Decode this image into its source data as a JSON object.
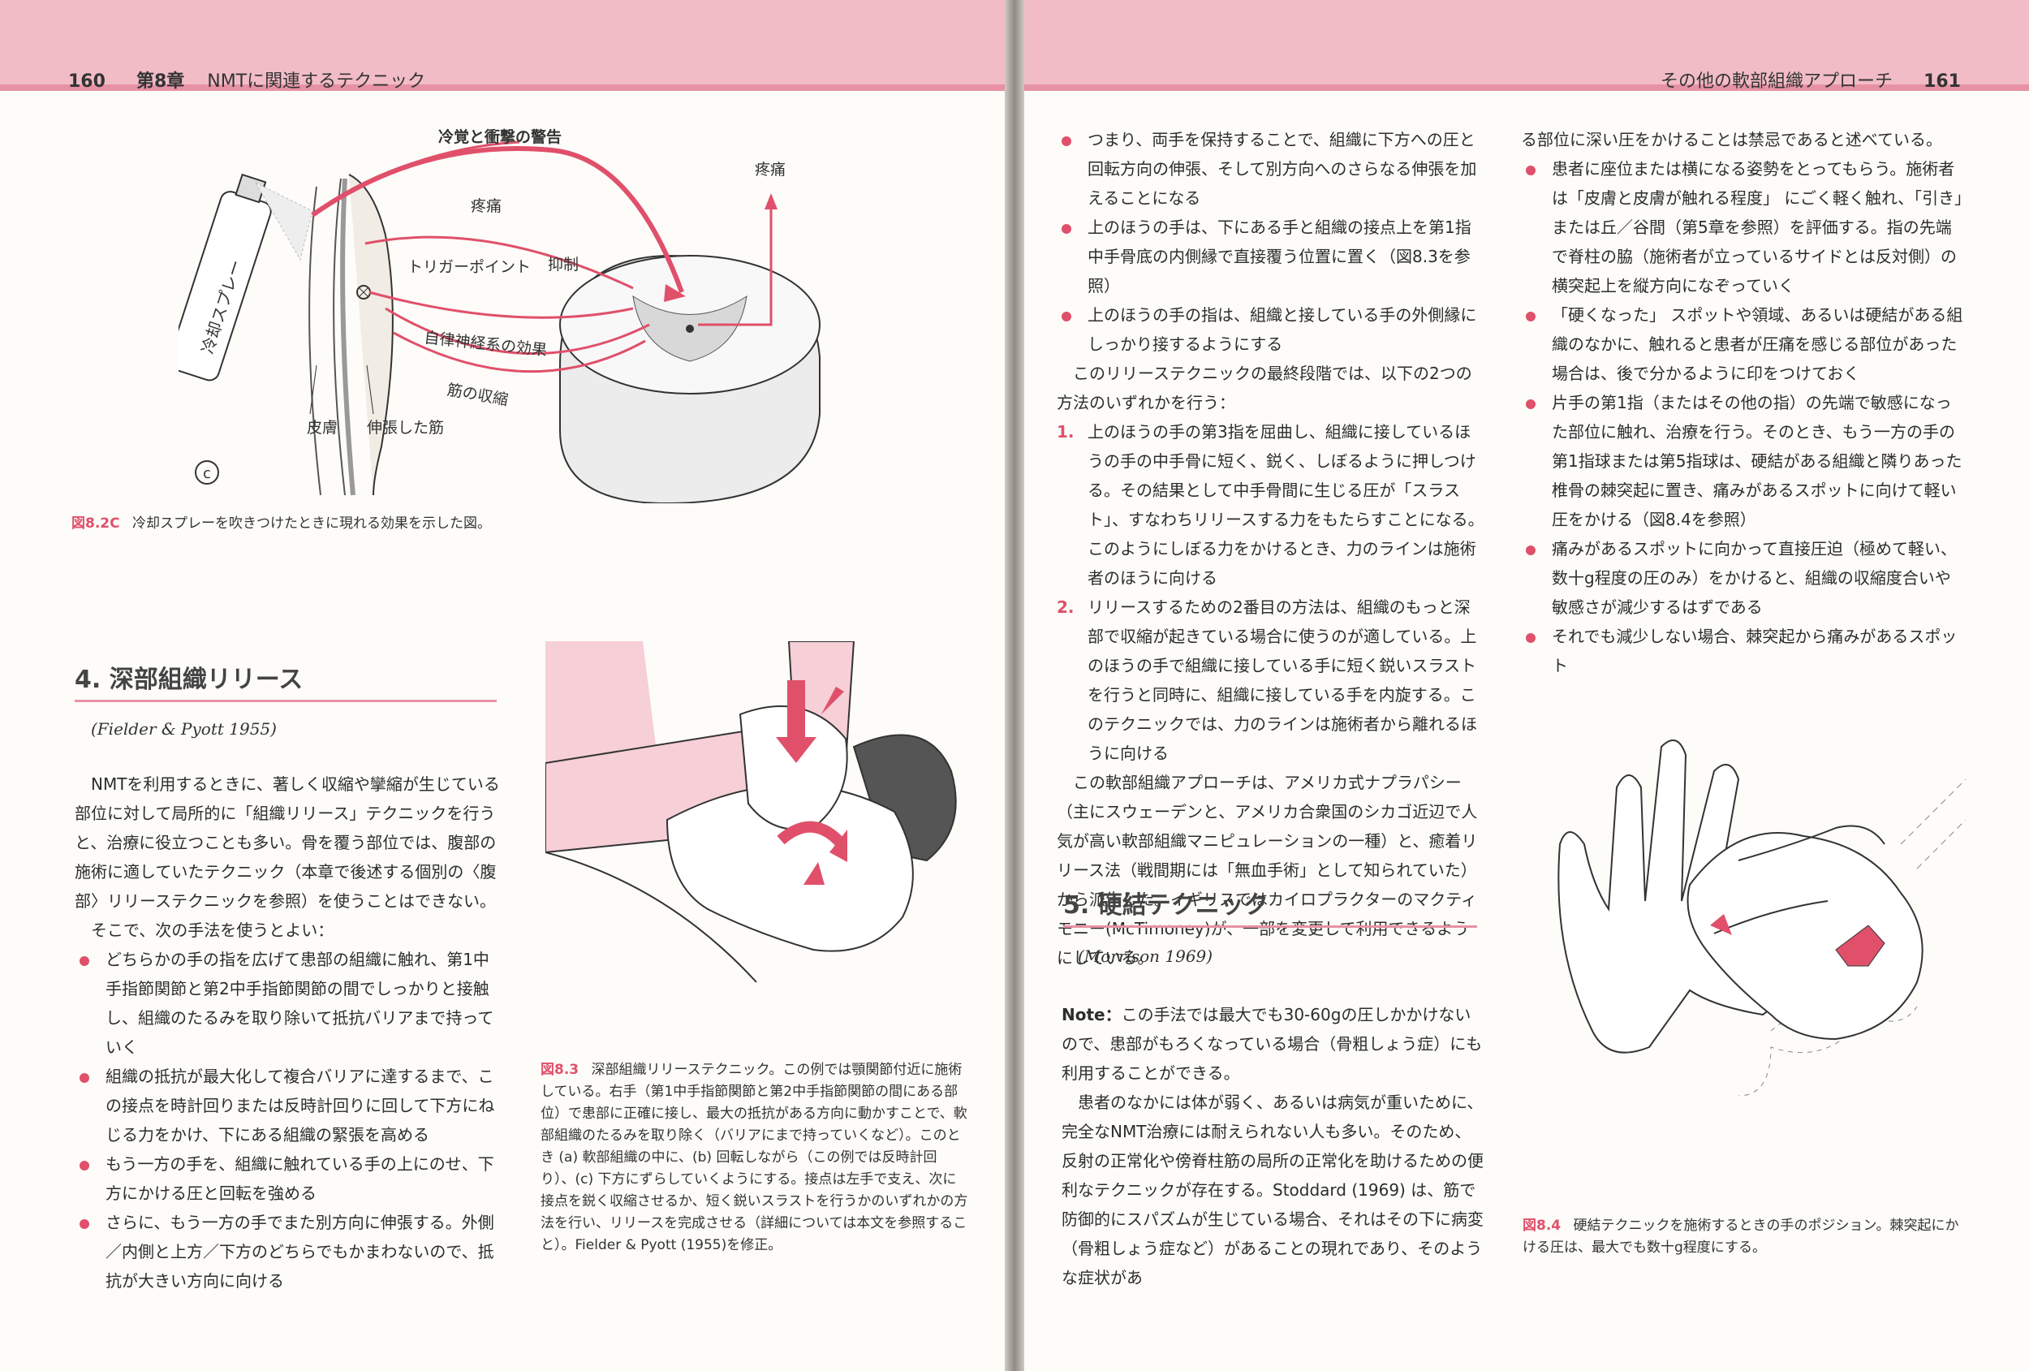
{
  "left": {
    "page_number": "160",
    "chapter": "第8章",
    "chapter_title": "NMTに関連するテクニック",
    "fig82c": {
      "warning": "冷覚と衝撃の警告",
      "pain_right": "疼痛",
      "pain": "疼痛",
      "spray": "冷却スプレー",
      "trigger": "トリガーポイント",
      "inhibit": "抑制",
      "autonomic": "自律神経系の効果",
      "contraction": "筋の収縮",
      "skin": "皮膚",
      "muscle": "伸張した筋",
      "panel": "c"
    },
    "cap82c_label": "図8.2C",
    "cap82c_text": "冷却スプレーを吹きつけたときに現れる効果を示した図。",
    "section_title": "4. 深部組織リリース",
    "citation": "(Fielder & Pyott 1955)",
    "para1": "NMTを利用するときに、著しく収縮や攣縮が生じている部位に対して局所的に「組織リリース」テクニックを行うと、治療に役立つことも多い。骨を覆う部位では、腹部の施術に適していたテクニック（本章で後述する個別の〈腹部〉リリーステクニックを参照）を使うことはできない。",
    "para2": "そこで、次の手法を使うとよい：",
    "bullets": [
      "どちらかの手の指を広げて患部の組織に触れ、第1中手指節関節と第2中手指節関節の間でしっかりと接触し、組織のたるみを取り除いて抵抗バリアまで持っていく",
      "組織の抵抗が最大化して複合バリアに達するまで、この接点を時計回りまたは反時計回りに回して下方にねじる力をかけ、下にある組織の緊張を高める",
      "もう一方の手を、組織に触れている手の上にのせ、下方にかける圧と回転を強める",
      "さらに、もう一方の手でまた別方向に伸張する。外側／内側と上方／下方のどちらでもかまわないので、抵抗が大きい方向に向ける"
    ],
    "cap83_label": "図8.3",
    "cap83_text": "深部組織リリーステクニック。この例では顎関節付近に施術している。右手（第1中手指節関節と第2中手指節関節の間にある部位）で患部に正確に接し、最大の抵抗がある方向に動かすことで、軟部組織のたるみを取り除く（バリアにまで持っていくなど）。このとき (a) 軟部組織の中に、(b) 回転しながら（この例では反時計回り）、(c) 下方にずらしていくようにする。接点は左手で支え、次に接点を鋭く収縮させるか、短く鋭いスラストを行うかのいずれかの方法を行い、リリースを完成させる（詳細については本文を参照すること）。Fielder & Pyott (1955)を修正。"
  },
  "right": {
    "page_number": "161",
    "running_head": "その他の軟部組織アプローチ",
    "bullets_top": [
      "つまり、両手を保持することで、組織に下方への圧と回転方向の伸張、そして別方向へのさらなる伸張を加えることになる",
      "上のほうの手は、下にある手と組織の接点上を第1指中手骨底の内側縁で直接覆う位置に置く（図8.3を参照）",
      "上のほうの手の指は、組織と接している手の外側縁にしっかり接するようにする"
    ],
    "para_final": "このリリーステクニックの最終段階では、以下の2つの方法のいずれかを行う：",
    "numbered": [
      {
        "n": "1.",
        "text": "上のほうの手の第3指を屈曲し、組織に接しているほうの手の中手骨に短く、鋭く、しぼるように押しつける。その結果として中手骨間に生じる圧が「スラスト」、すなわちリリースする力をもたらすことになる。このようにしぼる力をかけるとき、力のラインは施術者のほうに向ける"
      },
      {
        "n": "2.",
        "text": "リリースするための2番目の方法は、組織のもっと深部で収縮が起きている場合に使うのが適している。上のほうの手で組織に接している手に短く鋭いスラストを行うと同時に、組織に接している手を内旋する。このテクニックでは、力のラインは施術者から離れるほうに向ける"
      }
    ],
    "para_origin": "この軟部組織アプローチは、アメリカ式ナプラパシー（主にスウェーデンと、アメリカ合衆国のシカゴ近辺で人気が高い軟部組織マニピュレーションの一種）と、癒着リリース法（戦間期には「無血手術」として知られていた）から派生した。イギリスではカイロプラクターのマクティモニー(McTimoney)が、一部を変更して利用できるようにしている。",
    "section_title": "5. 硬結テクニック",
    "citation": "(Morrison 1969)",
    "note_label": "Note：",
    "note_text": "この手法では最大でも30-60gの圧しかかけないので、患部がもろくなっている場合（骨粗しょう症）にも利用することができる。",
    "para_patients": "患者のなかには体が弱く、あるいは病気が重いために、完全なNMT治療には耐えられない人も多い。そのため、反射の正常化や傍脊柱筋の局所の正常化を助けるための便利なテクニックが存在する。Stoddard (1969) は、筋で防御的にスパズムが生じている場合、それはその下に病変（骨粗しょう症など）があることの現れであり、そのような症状があ",
    "col2_lead": "る部位に深い圧をかけることは禁忌であると述べている。",
    "col2_bullets": [
      "患者に座位または横になる姿勢をとってもらう。施術者は「皮膚と皮膚が触れる程度」 にごく軽く触れ、「引き」または丘／谷間（第5章を参照）を評価する。指の先端で脊柱の脇（施術者が立っているサイドとは反対側）の横突起上を縦方向になぞっていく",
      "「硬くなった」 スポットや領域、あるいは硬結がある組織のなかに、触れると患者が圧痛を感じる部位があった場合は、後で分かるように印をつけておく",
      "片手の第1指（またはその他の指）の先端で敏感になった部位に触れ、治療を行う。そのとき、もう一方の手の第1指球または第5指球は、硬結がある組織と隣りあった椎骨の棘突起に置き、痛みがあるスポットに向けて軽い圧をかける（図8.4を参照）",
      "痛みがあるスポットに向かって直接圧迫（極めて軽い、数十g程度の圧のみ）をかけると、組織の収縮度合いや敏感さが減少するはずである",
      "それでも減少しない場合、棘突起から痛みがあるスポット"
    ],
    "cap84_label": "図8.4",
    "cap84_text": "硬結テクニックを施術するときの手のポジション。棘突起にかける圧は、最大でも数十g程度にする。"
  }
}
